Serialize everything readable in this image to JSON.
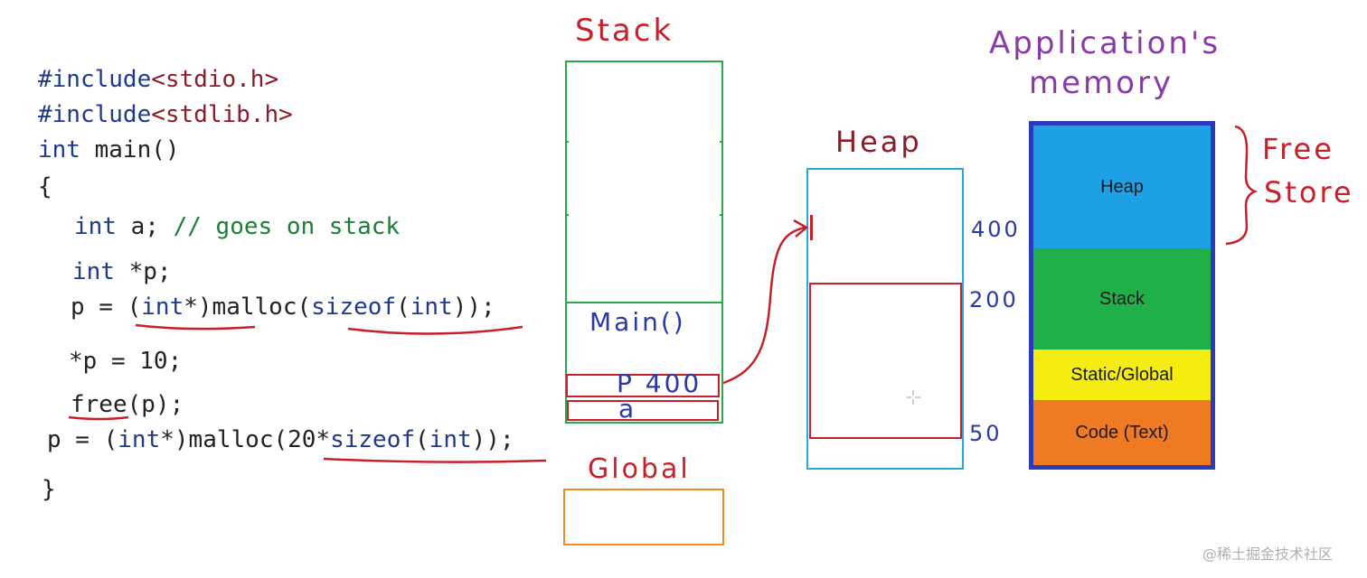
{
  "code": {
    "line1": {
      "directive": "#include",
      "header": "<stdio.h>"
    },
    "line2": {
      "directive": "#include",
      "header": "<stdlib.h>"
    },
    "line3": {
      "kw": "int",
      "rest": " main()"
    },
    "line4": {
      "text": "{"
    },
    "line5": {
      "kw": "int",
      "rest": " a; ",
      "comment": "// goes on stack"
    },
    "line6": {
      "kw": "int",
      "rest": " *p;"
    },
    "line7": {
      "pre": "p = (",
      "kw1": "int",
      "mid": "*)malloc(",
      "kw2": "sizeof",
      "mid2": "(",
      "kw3": "int",
      "post": "));"
    },
    "line8": {
      "text": "*p = 10;"
    },
    "line9": {
      "text": "free(p);"
    },
    "line10": {
      "pre": "p = (",
      "kw1": "int",
      "mid": "*)malloc(20*",
      "kw2": "sizeof",
      "mid2": "(",
      "kw3": "int",
      "post": "));"
    },
    "line11": {
      "text": "}"
    }
  },
  "stack_diagram": {
    "title": "Stack",
    "frame_label": "Main()",
    "var_p_label": "P 400",
    "var_a_label": "a"
  },
  "global_diagram": {
    "title": "Global"
  },
  "heap_diagram": {
    "title": "Heap",
    "addr_400": "400",
    "addr_200": "200",
    "addr_50": "50"
  },
  "app_memory": {
    "title_line1": "Application's",
    "title_line2": "memory",
    "free_store_line1": "Free",
    "free_store_line2": "Store",
    "segments": {
      "heap": "Heap",
      "stack": "Stack",
      "static_global": "Static/Global",
      "code_text": "Code (Text)"
    }
  },
  "watermark": "@稀土掘金技术社区",
  "colors": {
    "stack_border": "#2aa84a",
    "heap_border": "#2aa8d8",
    "red": "#c8202a",
    "global_border": "#ee8a2a",
    "app_border": "#2a3ab8",
    "seg_heap": "#1ea0e6",
    "seg_stack": "#20b04a",
    "seg_static": "#f5ec10",
    "seg_code": "#f07a22"
  }
}
